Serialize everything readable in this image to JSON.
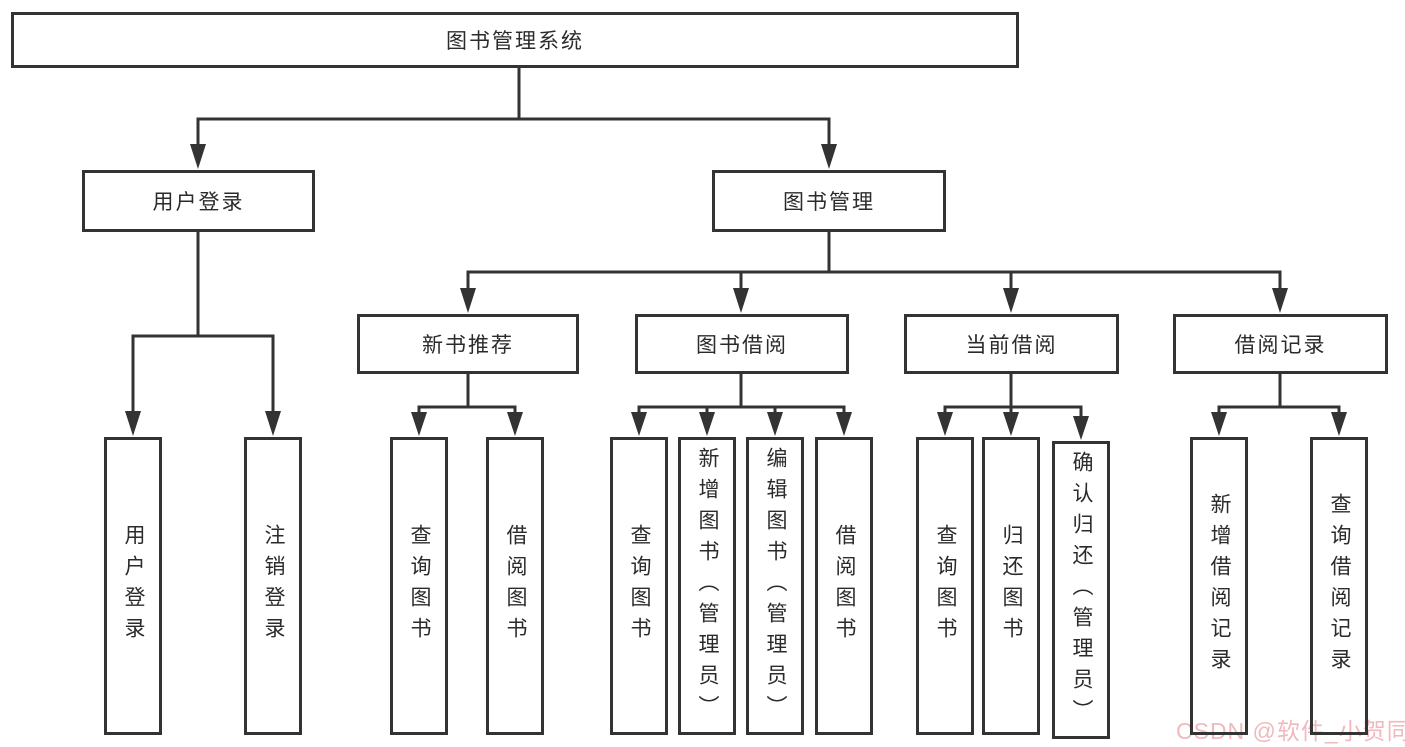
{
  "diagram": {
    "type": "tree",
    "root": {
      "label": "图书管理系统",
      "children": [
        {
          "label": "用户登录",
          "children": [
            {
              "label": "用户登录"
            },
            {
              "label": "注销登录"
            }
          ]
        },
        {
          "label": "图书管理",
          "children": [
            {
              "label": "新书推荐",
              "children": [
                {
                  "label": "查询图书"
                },
                {
                  "label": "借阅图书"
                }
              ]
            },
            {
              "label": "图书借阅",
              "children": [
                {
                  "label": "查询图书"
                },
                {
                  "label": "新增图书（管理员）"
                },
                {
                  "label": "编辑图书（管理员）"
                },
                {
                  "label": "借阅图书"
                }
              ]
            },
            {
              "label": "当前借阅",
              "children": [
                {
                  "label": "查询图书"
                },
                {
                  "label": "归还图书"
                },
                {
                  "label": "确认归还（管理员）"
                }
              ]
            },
            {
              "label": "借阅记录",
              "children": [
                {
                  "label": "新增借阅记录"
                },
                {
                  "label": "查询借阅记录"
                }
              ]
            }
          ]
        }
      ]
    }
  },
  "watermark": {
    "text": "CSDN @软件_小贺同学",
    "color": "#efb9bd"
  },
  "colors": {
    "line": "#333333",
    "text": "#2b2b2b",
    "background": "#ffffff"
  }
}
